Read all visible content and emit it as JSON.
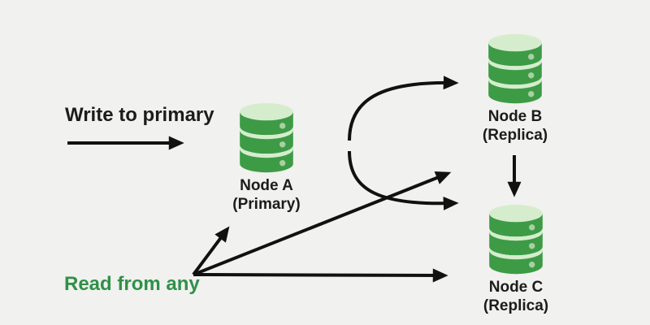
{
  "labels": {
    "write": "Write to primary",
    "read": "Read from any"
  },
  "nodes": [
    {
      "name": "Node A",
      "role": "(Primary)"
    },
    {
      "name": "Node B",
      "role": "(Replica)"
    },
    {
      "name": "Node C",
      "role": "(Replica)"
    }
  ],
  "edges": [
    {
      "from": "writer",
      "to": "node-a",
      "kind": "write"
    },
    {
      "from": "node-a",
      "to": "node-b",
      "kind": "replicate"
    },
    {
      "from": "node-a",
      "to": "node-c",
      "kind": "replicate"
    },
    {
      "from": "node-b",
      "to": "node-c",
      "kind": "replicate"
    },
    {
      "from": "reader",
      "to": "node-a",
      "kind": "read"
    },
    {
      "from": "reader",
      "to": "node-b",
      "kind": "read"
    },
    {
      "from": "reader",
      "to": "node-c",
      "kind": "read"
    }
  ],
  "colors": {
    "bg": "#f1f1ef",
    "text": "#1c1c1c",
    "read_green": "#2e9147",
    "arrow": "#111111",
    "db_green": "#3d9b46",
    "db_light": "#d5edcd",
    "db_dot": "#a9cfa3"
  }
}
